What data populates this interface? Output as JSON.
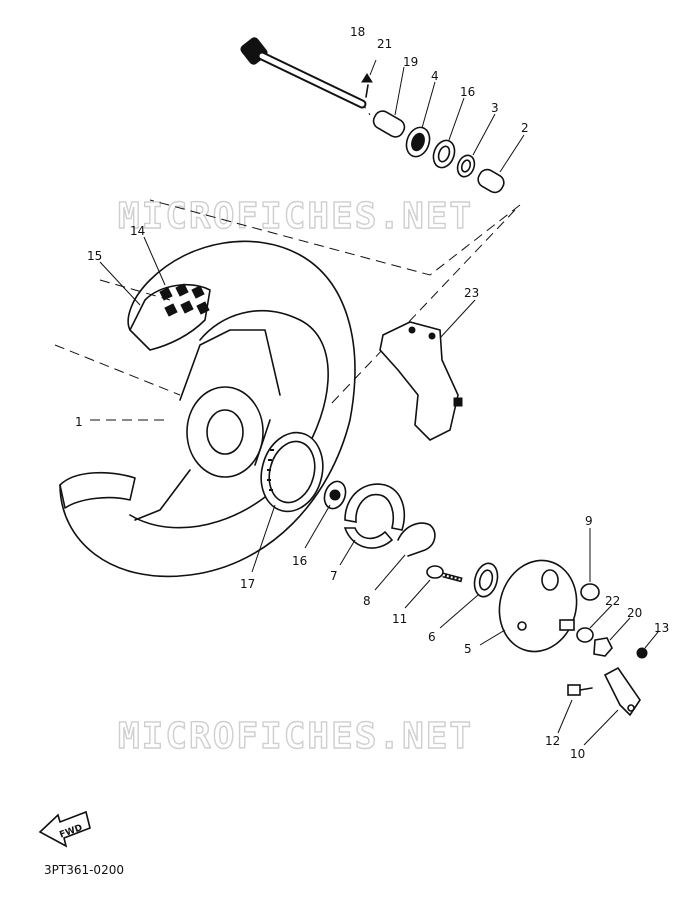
{
  "diagram": {
    "watermarks": [
      "MICROFICHES.NET",
      "MICROFICHES.NET"
    ],
    "drawing_code": "3PT361-0200",
    "fwd_label": "FWD",
    "part_labels": {
      "p1": "1",
      "p2": "2",
      "p3": "3",
      "p4": "4",
      "p5": "5",
      "p6": "6",
      "p7": "7",
      "p8": "8",
      "p9": "9",
      "p10": "10",
      "p11": "11",
      "p12": "12",
      "p13": "13",
      "p14": "14",
      "p15": "15",
      "p16a": "16",
      "p16b": "16",
      "p17": "17",
      "p18": "18",
      "p19": "19",
      "p20": "20",
      "p21": "21",
      "p22": "22",
      "p23": "23"
    }
  }
}
